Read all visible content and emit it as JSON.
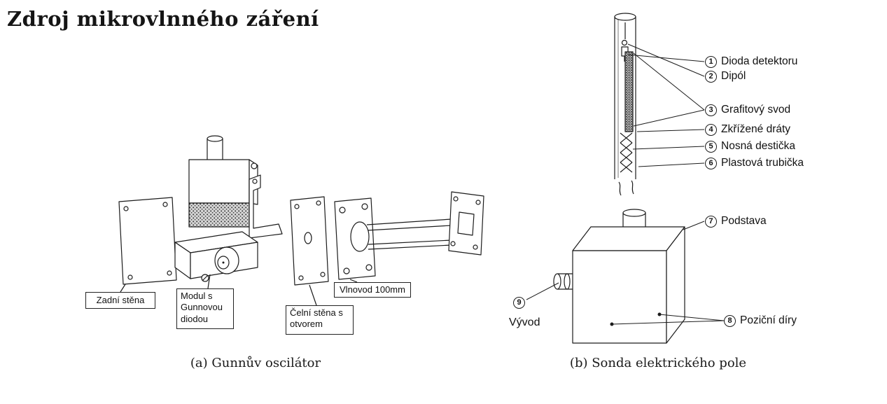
{
  "page": {
    "title": "Zdroj mikrovlnného záření"
  },
  "figure_a": {
    "caption": "(a) Gunnův oscilátor",
    "labels": {
      "back_wall": "Zadní stěna",
      "module": "Modul s\nGunnovou\ndiodou",
      "front_wall": "Čelní stěna s\notvorem",
      "waveguide": "Vlnovod 100mm"
    }
  },
  "figure_b": {
    "caption": "(b) Sonda elektrického pole",
    "callouts": [
      {
        "num": "1",
        "label": "Dioda detektoru"
      },
      {
        "num": "2",
        "label": "Dipól"
      },
      {
        "num": "3",
        "label": "Grafitový svod"
      },
      {
        "num": "4",
        "label": "Zkřížené dráty"
      },
      {
        "num": "5",
        "label": "Nosná destička"
      },
      {
        "num": "6",
        "label": "Plastová trubička"
      },
      {
        "num": "7",
        "label": "Podstava"
      },
      {
        "num": "8",
        "label": "Poziční díry"
      },
      {
        "num": "9",
        "label": "Vývod"
      }
    ]
  }
}
